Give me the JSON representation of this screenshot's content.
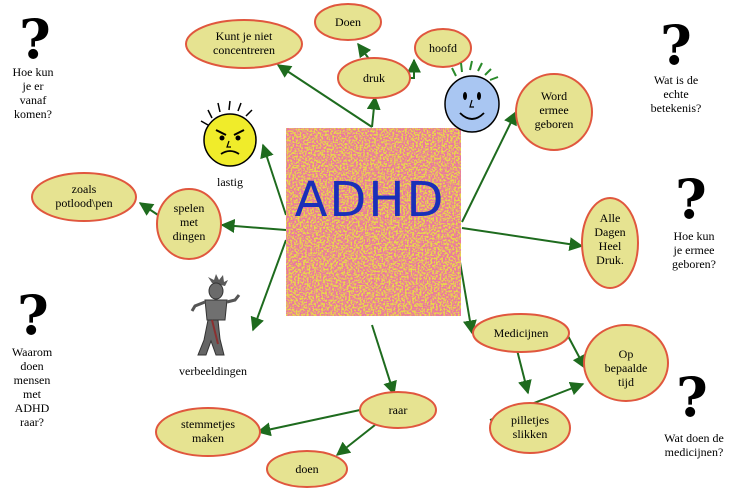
{
  "title": "ADHD",
  "bubbles": {
    "doen_top": [
      "Doen"
    ],
    "concentreren": [
      "Kunt je niet",
      "concentreren"
    ],
    "hoofd": [
      "hoofd"
    ],
    "druk": [
      "druk"
    ],
    "geboren": [
      "Word",
      "ermee",
      "geboren"
    ],
    "potlood": [
      "zoals",
      "potlood\\pen"
    ],
    "spelen": [
      "spelen",
      "met",
      "dingen"
    ],
    "alle_dagen": [
      "Alle",
      "Dagen",
      "Heel",
      "Druk."
    ],
    "medicijnen": [
      "Medicijnen"
    ],
    "op_bepaalde": [
      "Op",
      "bepaalde",
      "tijd"
    ],
    "pilletjes": [
      "pilletjes",
      "slikken"
    ],
    "raar": [
      "raar"
    ],
    "stemmetjes": [
      "stemmetjes",
      "maken"
    ],
    "doen_bottom": [
      "doen"
    ]
  },
  "labels": {
    "lastig": "lastig",
    "verbeeldingen": "verbeeldingen"
  },
  "questions": {
    "q1": [
      "Hoe kun",
      "je er",
      "vanaf",
      "komen?"
    ],
    "q2": [
      "Wat is de",
      "echte",
      "betekenis?"
    ],
    "q3": [
      "Hoe kun",
      "je ermee",
      "geboren?"
    ],
    "q4": [
      "Waarom",
      "doen",
      "mensen",
      "met",
      "ADHD",
      "raar?"
    ],
    "q5": [
      "Wat doen de",
      "medicijnen?"
    ]
  },
  "question_mark": "?",
  "colors": {
    "bubble_fill": "#e6e391",
    "bubble_border": "#e0573e",
    "arrow": "#1e6b1e",
    "center_base": "#e8d84a",
    "center_speckle": "#d0305a",
    "title": "#1a2fb8",
    "face_yellow": "#f0ec2a",
    "face_blue": "#a9c6f2"
  },
  "icons": [
    "angry-face-icon",
    "smiling-face-icon",
    "monster-figure-icon"
  ]
}
